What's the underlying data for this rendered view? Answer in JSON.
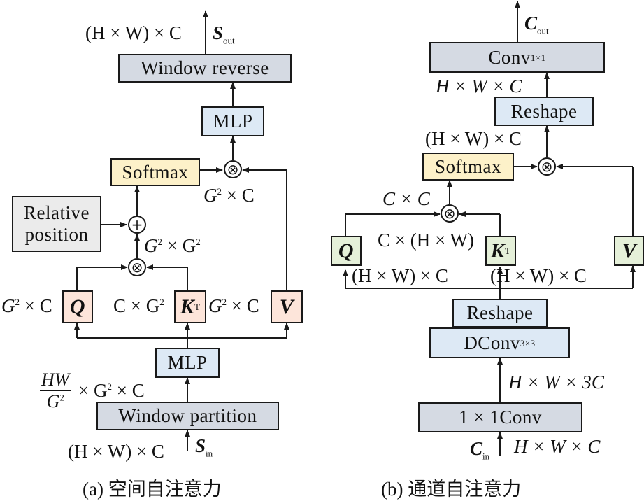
{
  "panel_a": {
    "window_reverse": "Window reverse",
    "mlp_top": "MLP",
    "softmax": "Softmax",
    "relative_position_line1": "Relative",
    "relative_position_line2": "position",
    "q": "Q",
    "k": "K",
    "k_sup": "T",
    "v": "V",
    "mlp_bottom": "MLP",
    "window_partition": "Window partition",
    "multiply_symbol": "⊗",
    "plus_symbol": "+",
    "out_dims": "(H × W) × C",
    "out_symbol": "S",
    "out_sub": "out",
    "in_dims": "(H × W) × C",
    "in_symbol": "S",
    "in_sub": "in",
    "attn_dims": "G",
    "attn_dims_rest": " × C",
    "gg_dims_a": "G",
    "gg_dims_b": " × G",
    "q_dims": "G",
    "q_dims_rest": " × C",
    "k_dims": "C × G",
    "v_dims": "G",
    "v_dims_rest": " × C",
    "partition_num": "HW",
    "partition_den": "G",
    "partition_rest": " × G",
    "partition_rest2": " × C",
    "sq": "2",
    "caption": "(a) 空间自注意力"
  },
  "panel_b": {
    "conv_top": "Conv",
    "conv_top_sub": "1×1",
    "reshape_top": "Reshape",
    "softmax": "Softmax",
    "q": "Q",
    "k": "K",
    "k_sup": "T",
    "v": "V",
    "reshape_bottom": "Reshape",
    "dconv": "DConv",
    "dconv_sub": "3×3",
    "conv_bottom": "1 × 1Conv",
    "multiply_symbol": "⊗",
    "out_symbol": "C",
    "out_sub": "out",
    "in_symbol": "C",
    "in_sub": "in",
    "hwc_top": "H × W × C",
    "hw_c_softmax": "(H × W) × C",
    "cc": "C × C",
    "k_dims": "C × (H × W)",
    "q_dims": "(H × W) × C",
    "v_dims": "(H × W) × C",
    "three_c": "H × W × 3C",
    "hwc_in": "H × W × C",
    "caption": "(b) 通道自注意力"
  }
}
